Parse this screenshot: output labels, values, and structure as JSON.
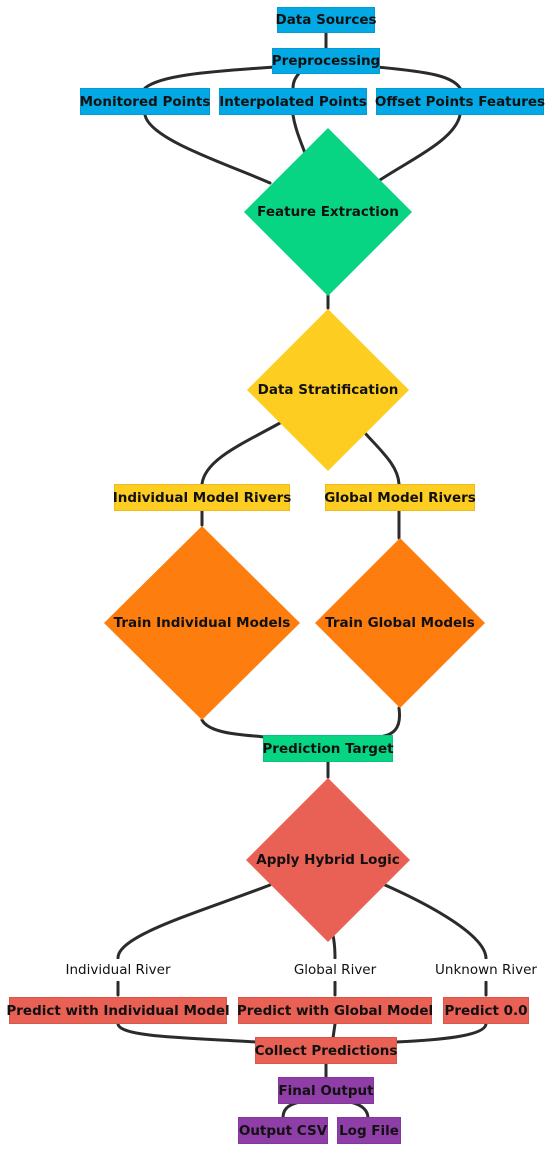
{
  "nodes": {
    "data_sources": "Data Sources",
    "preprocessing": "Preprocessing",
    "monitored_points": "Monitored Points",
    "interpolated_points": "Interpolated Points",
    "offset_points_features": "Offset Points Features",
    "feature_extraction": "Feature Extraction",
    "data_stratification": "Data Stratification",
    "individual_model_rivers": "Individual Model Rivers",
    "global_model_rivers": "Global Model Rivers",
    "train_individual_models": "Train Individual Models",
    "train_global_models": "Train Global Models",
    "prediction_target": "Prediction Target",
    "apply_hybrid_logic": "Apply Hybrid Logic",
    "predict_individual": "Predict with Individual Model",
    "predict_global": "Predict with Global Model",
    "predict_zero": "Predict 0.0",
    "collect_predictions": "Collect Predictions",
    "final_output": "Final Output",
    "output_csv": "Output CSV",
    "log_file": "Log File"
  },
  "edge_labels": {
    "individual_river": "Individual River",
    "global_river": "Global River",
    "unknown_river": "Unknown River"
  },
  "colors": {
    "blue": "#03a9e4",
    "green": "#07d584",
    "yellow": "#fecd22",
    "orange": "#fd7e0e",
    "red": "#e96054",
    "purple": "#8e3ea6",
    "edge": "#2b2b2b"
  }
}
